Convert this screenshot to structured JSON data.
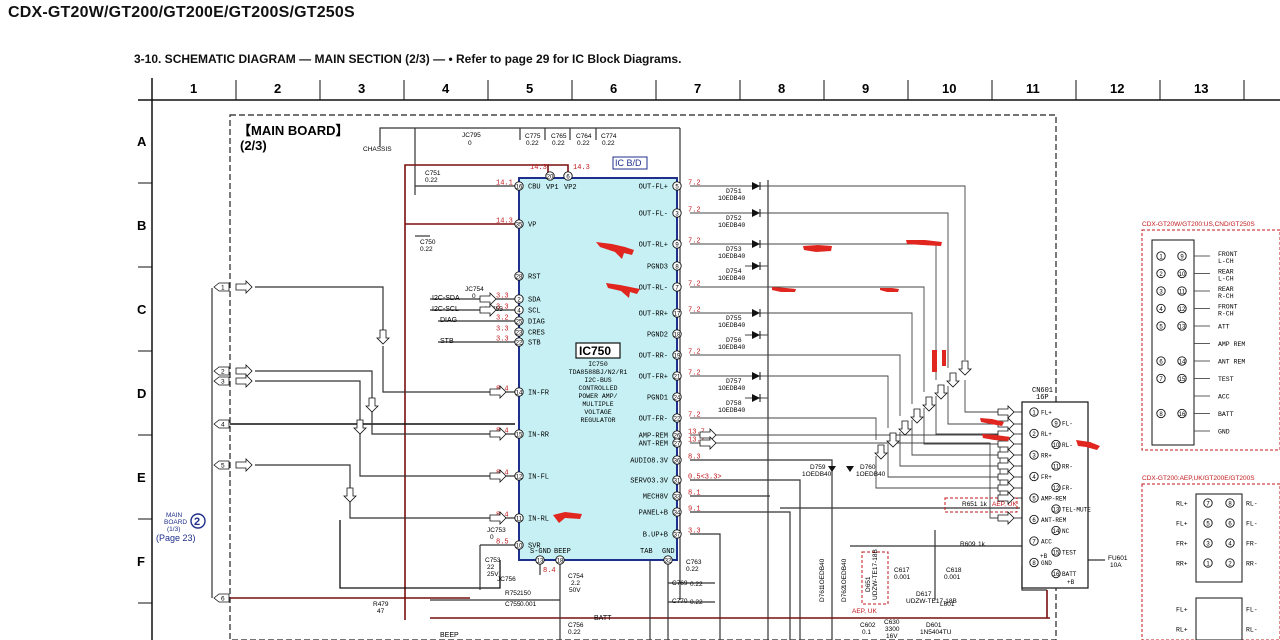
{
  "header": {
    "models": "CDX-GT20W/GT200/GT200E/GT200S/GT250S",
    "subtitle": "3-10. SCHEMATIC DIAGRAM — MAIN SECTION (2/3) —  • Refer to page 29 for IC Block Diagrams."
  },
  "grid": {
    "columns": [
      "1",
      "2",
      "3",
      "4",
      "5",
      "6",
      "7",
      "8",
      "9",
      "10",
      "11",
      "12",
      "13"
    ],
    "rows": [
      "A",
      "B",
      "C",
      "D",
      "E",
      "F"
    ]
  },
  "board": {
    "title": "【MAIN BOARD】",
    "part": "(2/3)",
    "chassis": "CHASSIS"
  },
  "ic": {
    "ref": "IC750",
    "bd": "IC B/D",
    "desc": [
      "IC750",
      "TDA8588BJ/N2/R1",
      "I2C-BUS",
      "CONTROLLED",
      "POWER AMP/",
      "MULTIPLE",
      "VOLTAGE",
      "REGULATOR"
    ],
    "right_pins": [
      {
        "label": "OUT-FL+",
        "num": "5",
        "v": "7.2"
      },
      {
        "label": "OUT-FL-",
        "num": "3",
        "v": "7.2"
      },
      {
        "label": "OUT-RL+",
        "num": "9",
        "v": "7.2"
      },
      {
        "label": "PGND3",
        "num": "8",
        "v": ""
      },
      {
        "label": "OUT-RL-",
        "num": "7",
        "v": "7.2"
      },
      {
        "label": "OUT-RR+",
        "num": "17",
        "v": "7.2"
      },
      {
        "label": "PGND2",
        "num": "18",
        "v": ""
      },
      {
        "label": "OUT-RR-",
        "num": "19",
        "v": "7.2"
      },
      {
        "label": "OUT-FR+",
        "num": "21",
        "v": "7.2"
      },
      {
        "label": "PGND1",
        "num": "24",
        "v": ""
      },
      {
        "label": "OUT-FR-",
        "num": "22",
        "v": "7.2"
      },
      {
        "label": "AMP-REM",
        "num": "26",
        "v": "13.7"
      },
      {
        "label": "ANT-REM",
        "num": "27",
        "v": "13.7"
      },
      {
        "label": "AUDIO8.3V",
        "num": "36",
        "v": "8.3"
      },
      {
        "label": "SERVO3.3V",
        "num": "31",
        "v": "0.5<3.3>"
      },
      {
        "label": "MECH8V",
        "num": "33",
        "v": "8.1"
      },
      {
        "label": "PANEL+B",
        "num": "34",
        "v": "9.1"
      },
      {
        "label": "B.UP+B",
        "num": "37",
        "v": "3.3"
      }
    ],
    "left_pins": [
      {
        "label": "CBU",
        "num": "16",
        "v": "14.1"
      },
      {
        "label": "VP",
        "num": "35",
        "v": "14.3"
      },
      {
        "label": "RST",
        "num": "28",
        "v": ""
      },
      {
        "label": "SDA",
        "num": "2",
        "v": "3.3"
      },
      {
        "label": "SCL",
        "num": "4",
        "v": "3.3"
      },
      {
        "label": "DIAG",
        "num": "25",
        "v": "3.2"
      },
      {
        "label": "CRES",
        "num": "23",
        "v": "3.3"
      },
      {
        "label": "STB",
        "num": "22",
        "v": "3.3"
      },
      {
        "label": "IN-FR",
        "num": "14",
        "v": "8.4"
      },
      {
        "label": "IN-RR",
        "num": "15",
        "v": "8.4"
      },
      {
        "label": "IN-FL",
        "num": "12",
        "v": "8.4"
      },
      {
        "label": "IN-RL",
        "num": "11",
        "v": "8.4"
      },
      {
        "label": "SVR",
        "num": "10",
        "v": "8.5"
      }
    ],
    "top_pins": [
      {
        "label": "VP1",
        "num": "20",
        "v": "14.3"
      },
      {
        "label": "VP2",
        "num": "6",
        "v": "14.3"
      }
    ],
    "bottom_pins": [
      {
        "label": "S-GND",
        "num": "13",
        "v": "8.4"
      },
      {
        "label": "BEEP",
        "num": "18",
        "v": ""
      },
      {
        "label": "TAB",
        "num": "",
        "v": ""
      },
      {
        "label": "GND",
        "num": "32",
        "v": ""
      }
    ]
  },
  "parts": {
    "jc795": "JC795",
    "zero": "0",
    "c775": "C775",
    "c765": "C765",
    "c764": "C764",
    "c774": "C774",
    "cap022": "0.22",
    "c751": "C751",
    "c750": "C750",
    "jc754": "JC754",
    "jc755": "JC755",
    "jc753": "JC753",
    "jc756": "JC756",
    "c753": "C753",
    "c753v": "22",
    "c753u": "25V",
    "c754": "C754",
    "c754v": "2.2",
    "c754u": "50V",
    "c756": "C756",
    "r752": "R752",
    "r752v": "150",
    "c755": "C755",
    "c755v": "0.001",
    "r479": "R479",
    "r479v": "47",
    "c763": "C763",
    "c769": "C769",
    "c770": "C770",
    "diode_type": "1OEDB40",
    "d751": "D751",
    "d752": "D752",
    "d753": "D753",
    "d754": "D754",
    "d755": "D755",
    "d756": "D756",
    "d757": "D757",
    "d758": "D758",
    "d759": "D759",
    "d760": "D760",
    "d761": "D761",
    "d762": "D762",
    "d651": "D651",
    "d651v": "UDZW-TE17-18B",
    "d617": "D617",
    "d617v": "UDZW-TE17-18B",
    "d601": "D601",
    "d601v": "1N5404TU",
    "c617": "C617",
    "c617v": "0.001",
    "c618": "C618",
    "c618v": "0.001",
    "c602": "C602",
    "c602v": "0.1",
    "c630": "C630",
    "c630v": "3300",
    "c630u": "16V",
    "l601": "L601",
    "r651": "R651",
    "r651v": "1k",
    "r609": "R609",
    "r609v": "1k",
    "aep_uk": "AEP, UK",
    "fu601": "FU601",
    "fu601v": "10A"
  },
  "nets": {
    "i2c_sda": "I2C-SDA",
    "i2c_scl": "I2C-SCL",
    "diag": "DIAG",
    "stb": "STB",
    "beep": "BEEP",
    "batt": "BATT"
  },
  "left_connectors": [
    "1",
    "2",
    "3",
    "4",
    "5",
    "6"
  ],
  "main_board_ref": {
    "label1": "MAIN",
    "label2": "BOARD",
    "label3": "(1/3)",
    "num": "2",
    "page": "(Page 23)"
  },
  "cn601": {
    "ref": "CN601",
    "type": "16P",
    "pins": [
      {
        "num": "1",
        "label": "FL+"
      },
      {
        "num": "9",
        "label": "FL-"
      },
      {
        "num": "2",
        "label": "RL+"
      },
      {
        "num": "10",
        "label": "RL-"
      },
      {
        "num": "3",
        "label": "RR+"
      },
      {
        "num": "11",
        "label": "RR-"
      },
      {
        "num": "4",
        "label": "FR+"
      },
      {
        "num": "12",
        "label": "FR-"
      },
      {
        "num": "5",
        "label": "AMP-REM"
      },
      {
        "num": "13",
        "label": "TEL-MUTE"
      },
      {
        "num": "6",
        "label": "ANT-REM"
      },
      {
        "num": "14",
        "label": "NC"
      },
      {
        "num": "7",
        "label": "ACC"
      },
      {
        "num": "15",
        "label": "TEST"
      },
      {
        "num": "8",
        "label": "GND"
      },
      {
        "num": "16",
        "label": "BATT"
      }
    ],
    "extra": [
      "+B",
      "+B"
    ]
  },
  "right_panel_us": {
    "title": "CDX-GT20W/GT200:US,CND/GT250S",
    "rows": [
      {
        "a": "1",
        "b": "9",
        "text": "FRONT",
        "sub": "L-CH"
      },
      {
        "a": "2",
        "b": "10",
        "text": "REAR",
        "sub": "L-CH"
      },
      {
        "a": "3",
        "b": "11",
        "text": "REAR",
        "sub": "R-CH"
      },
      {
        "a": "4",
        "b": "12",
        "text": "FRONT",
        "sub": "R-CH"
      },
      {
        "a": "5",
        "b": "13",
        "text": "ATT",
        "sub": ""
      },
      {
        "a": "",
        "b": "",
        "text": "AMP REM",
        "sub": ""
      },
      {
        "a": "6",
        "b": "14",
        "text": "ANT REM",
        "sub": ""
      },
      {
        "a": "7",
        "b": "15",
        "text": "TEST",
        "sub": ""
      },
      {
        "a": "",
        "b": "",
        "text": "ACC",
        "sub": ""
      },
      {
        "a": "8",
        "b": "16",
        "text": "BATT",
        "sub": ""
      },
      {
        "a": "",
        "b": "",
        "text": "GND",
        "sub": ""
      }
    ]
  },
  "right_panel_aep": {
    "title": "CDX-GT200:AEP,UK/GT200E/GT200S",
    "rows": [
      {
        "l": "RL+",
        "a": "7",
        "b": "8",
        "r": "RL-"
      },
      {
        "l": "FL+",
        "a": "5",
        "b": "6",
        "r": "FL-"
      },
      {
        "l": "FR+",
        "a": "3",
        "b": "4",
        "r": "FR-"
      },
      {
        "l": "RR+",
        "a": "1",
        "b": "2",
        "r": "RR-"
      }
    ],
    "rows2": [
      {
        "l": "FL+",
        "a": "",
        "b": "",
        "r": "FL-"
      },
      {
        "l": "RL+",
        "a": "",
        "b": "",
        "r": "RL-"
      }
    ]
  },
  "colors": {
    "red": "#c0171b",
    "blue": "#1f2f8c",
    "ic_fill": "#c6f0f4",
    "wire": "#333333",
    "dark_red": "#7a0f0f"
  }
}
